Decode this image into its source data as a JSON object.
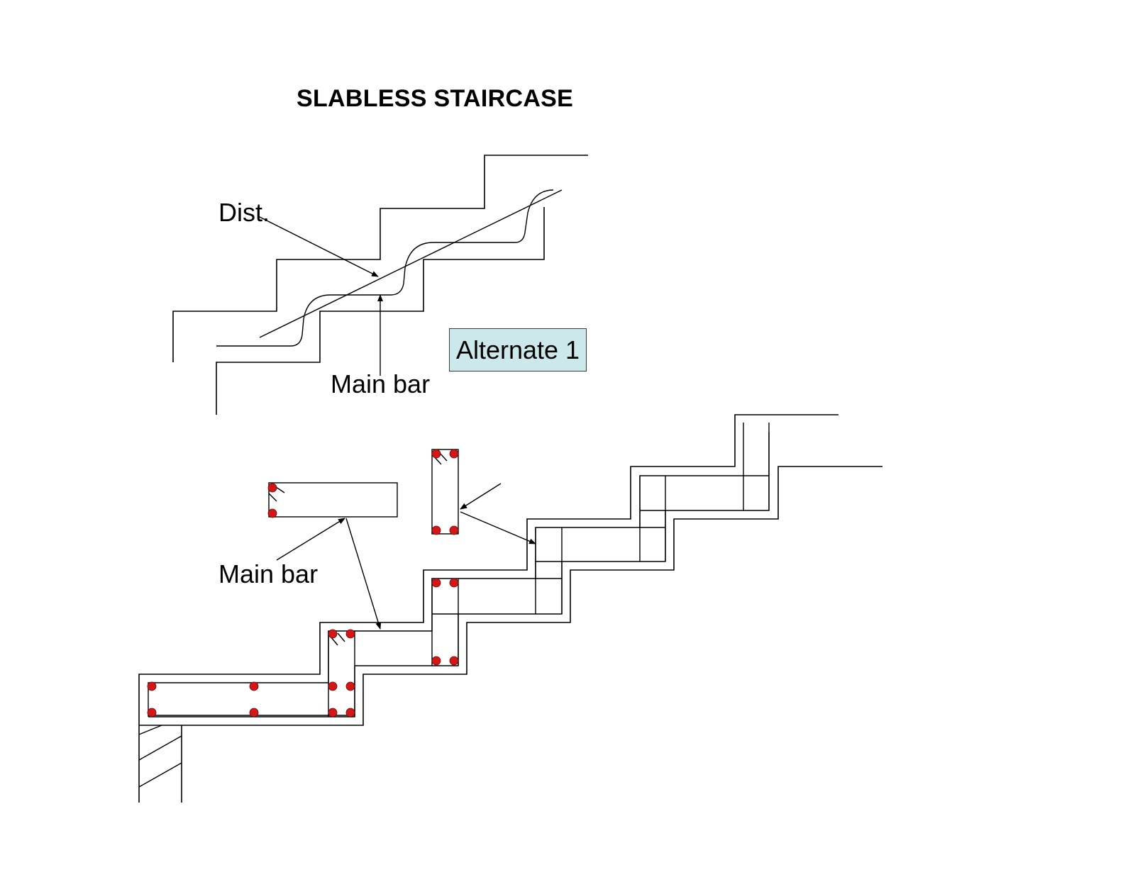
{
  "title": "SLABLESS STAIRCASE",
  "labels": {
    "dist": "Dist.",
    "main_bar_top": "Main bar",
    "main_bar_bottom": "Main bar",
    "alternate": "Alternate 1"
  },
  "colors": {
    "rebar": "#d01818",
    "alternate_box_fill": "#cde8ea",
    "lines": "#000000"
  }
}
